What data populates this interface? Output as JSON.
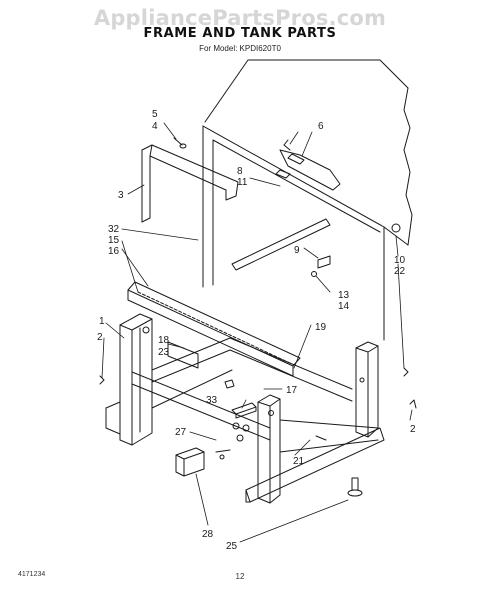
{
  "watermark": "AppliancePartsPros.com",
  "title": "FRAME AND TANK PARTS",
  "subtitle": "For Model: KPDI620T0",
  "footer": {
    "doc_number": "4171234",
    "page_number": "12"
  },
  "callouts": [
    {
      "id": "c5",
      "text": "5"
    },
    {
      "id": "c4",
      "text": "4"
    },
    {
      "id": "c3",
      "text": "3"
    },
    {
      "id": "c32",
      "text": "32"
    },
    {
      "id": "c15",
      "text": "15"
    },
    {
      "id": "c16",
      "text": "16"
    },
    {
      "id": "c1",
      "text": "1"
    },
    {
      "id": "c2a",
      "text": "2"
    },
    {
      "id": "c18",
      "text": "18"
    },
    {
      "id": "c23",
      "text": "23"
    },
    {
      "id": "c8",
      "text": "8"
    },
    {
      "id": "c11",
      "text": "11"
    },
    {
      "id": "c6",
      "text": "6"
    },
    {
      "id": "c9",
      "text": "9"
    },
    {
      "id": "c13",
      "text": "13"
    },
    {
      "id": "c14",
      "text": "14"
    },
    {
      "id": "c10",
      "text": "10"
    },
    {
      "id": "c22",
      "text": "22"
    },
    {
      "id": "c19",
      "text": "19"
    },
    {
      "id": "c17",
      "text": "17"
    },
    {
      "id": "c33",
      "text": "33"
    },
    {
      "id": "c27",
      "text": "27"
    },
    {
      "id": "c2b",
      "text": "2"
    },
    {
      "id": "c21",
      "text": "21"
    },
    {
      "id": "c28",
      "text": "28"
    },
    {
      "id": "c25",
      "text": "25"
    }
  ]
}
